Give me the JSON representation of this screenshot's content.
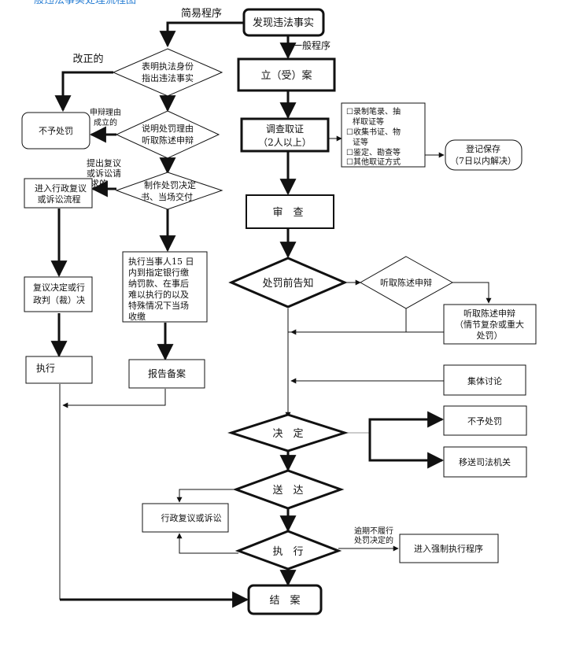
{
  "header_fragment": "一般违法事实处理流程图",
  "labels": {
    "jianyi": "简易程序",
    "yiban": "一般程序",
    "gaizheng": "改正的",
    "shenbian_1": "申辩理由",
    "shenbian_2": "成立的",
    "tichu_1": "提出复议",
    "tichu_2": "或诉讼请",
    "tichu_3": "求的",
    "yuqi_1": "逾期不履行",
    "yuqi_2": "处罚决定的"
  },
  "nodes": {
    "faxian": "发现违法事实",
    "li": "立（受）案",
    "diaocha_1": "调查取证",
    "diaocha_2": "（2人以上）",
    "ways": [
      "☐录制笔录、抽",
      "样取证等",
      "☐收集书证、物",
      "证等",
      "☐鉴定、勘查等",
      "☐其他取证方式"
    ],
    "dengji_1": "登记保存",
    "dengji_2": "（7日以内解决）",
    "shencha": "审　查",
    "gaozhi": "处罚前告知",
    "tingqu_shenbian": "听取陈述申辩",
    "tingzheng_1": "听取陈述申辩",
    "tingzheng_2": "（情节复杂或重大",
    "tingzheng_3": "处罚）",
    "jiti": "集体讨论",
    "jueding": "决　定",
    "buyu_r": "不予处罚",
    "yisong": "移送司法机关",
    "songda": "送　达",
    "fuyi_r": "行政复议或诉讼",
    "zhixing_r": "执　行",
    "qiangzhi": "进入强制执行程序",
    "jiean": "结　案",
    "biaoming_1": "表明执法身份",
    "biaoming_2": "指出违法事实",
    "shuoming_1": "说明处罚理由",
    "shuoming_2": "听取陈述申辩",
    "zhizuo_1": "制作处罚决定",
    "zhizuo_2": "书、当场交付",
    "buyu_l": "不予处罚",
    "jinru_1": "进入行政复议",
    "jinru_2": "或诉讼流程",
    "zhixing15": [
      "执行当事人15 日",
      "内到指定银行缴",
      "纳罚款、在事后",
      "难以执行的以及",
      "特殊情况下当场",
      "收缴"
    ],
    "fuyijd_1": "复议决定或行",
    "fuyijd_2": "政判（裁）决",
    "zhixing_l": "执行",
    "baogao": "报告备案"
  }
}
